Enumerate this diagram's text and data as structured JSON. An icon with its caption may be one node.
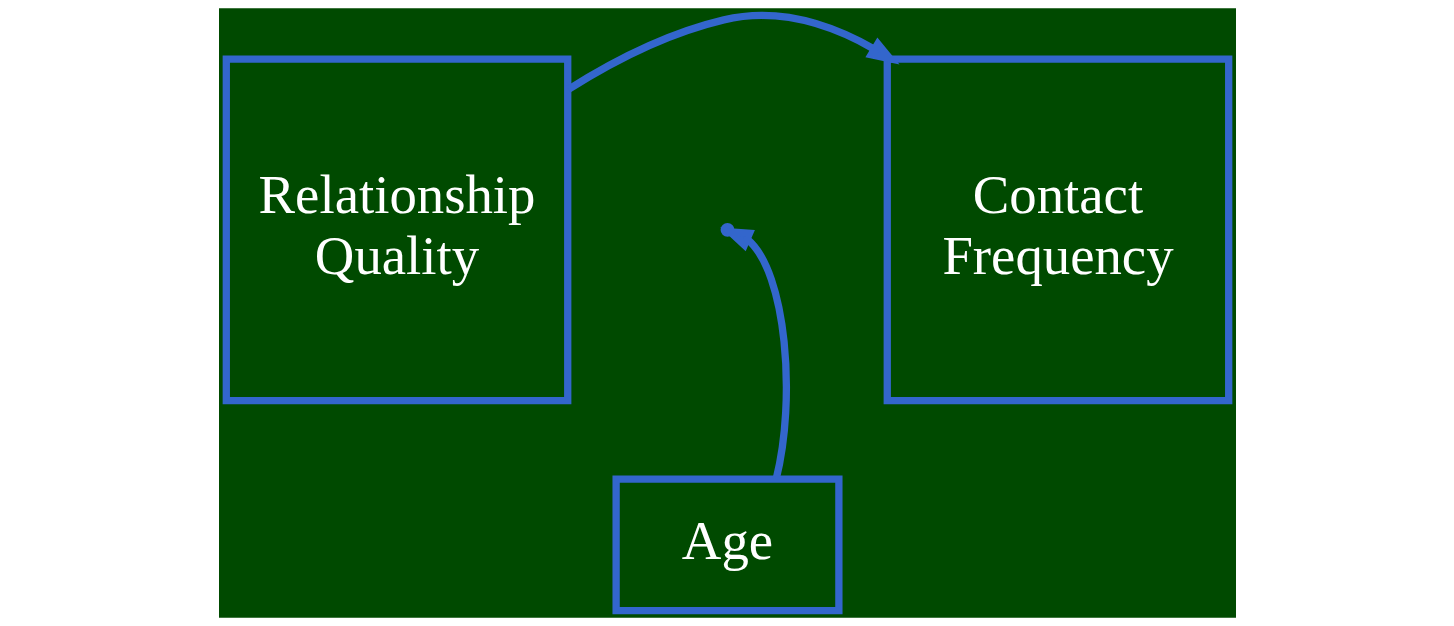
{
  "diagram": {
    "nodes": [
      {
        "text": [
          "Relationship Quality"
        ]
      },
      {
        "text": [
          "Contact Frequency"
        ]
      },
      {
        "text": [
          "Age"
        ]
      }
    ],
    "edges": [
      {
        "from": 0,
        "to": 1,
        "arrow": "to"
      },
      {
        "from": 2,
        "to": null,
        "arrow": "to"
      }
    ]
  }
}
